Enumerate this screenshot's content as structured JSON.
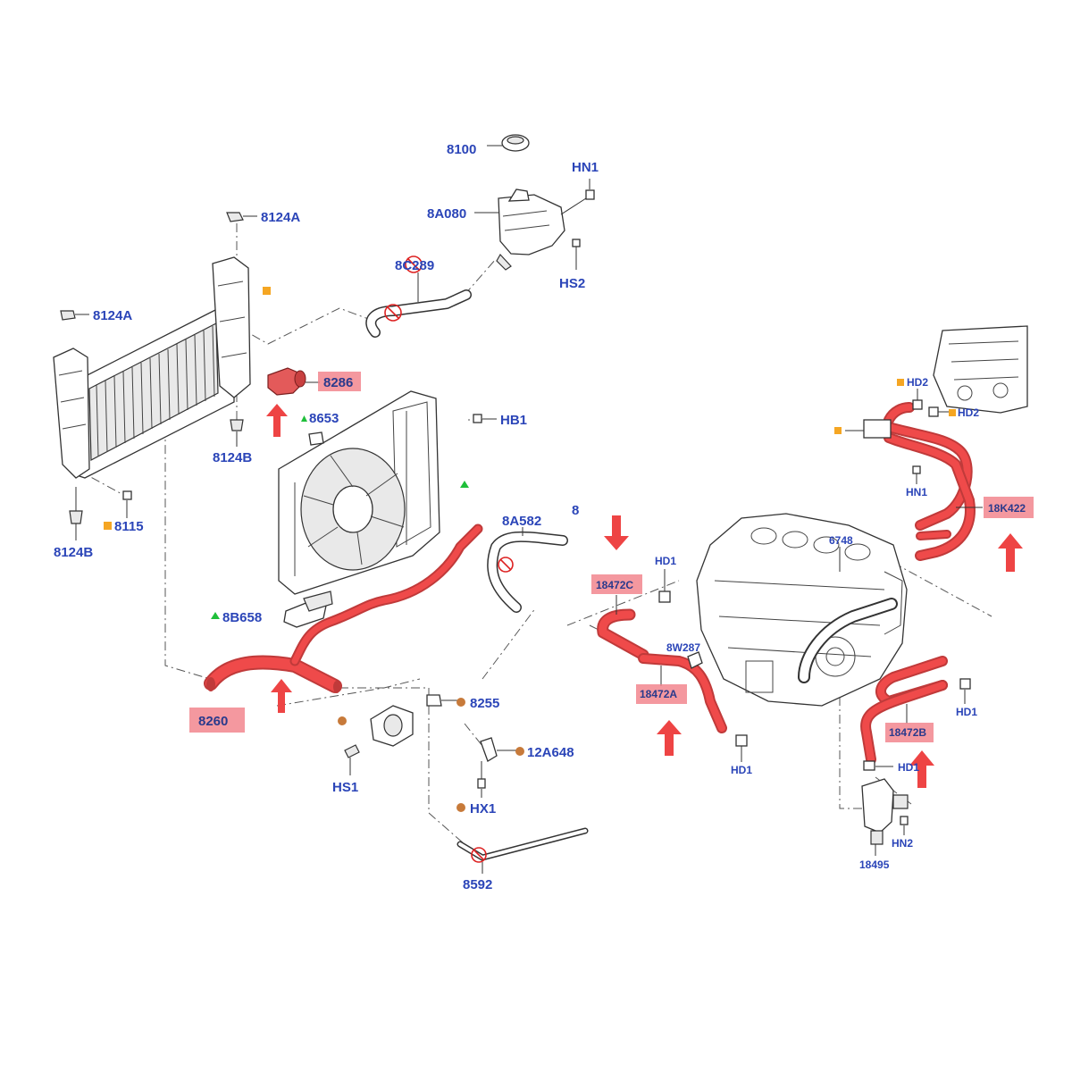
{
  "labels": {
    "p8100": "8100",
    "hn1_top": "HN1",
    "p8a080": "8A080",
    "p8c289": "8C289",
    "hs2": "HS2",
    "p8124a_top": "8124A",
    "p8124a_left": "8124A",
    "p8286": "8286",
    "p8653": "8653",
    "hb1": "HB1",
    "p8124b_mid": "8124B",
    "p8115": "8115",
    "p8124b_bottom": "8124B",
    "p8a582": "8A582",
    "p8_cut": "8",
    "p8b658": "8B658",
    "p8260": "8260",
    "p8255": "8255",
    "p12a648": "12A648",
    "hs1": "HS1",
    "hx1": "HX1",
    "p8592": "8592",
    "hd2_a": "HD2",
    "hd2_b": "HD2",
    "hn1_right": "HN1",
    "p18k422": "18K422",
    "hd1_top": "HD1",
    "p18472c": "18472C",
    "p6748": "6748",
    "p8w287": "8W287",
    "p18472a": "18472A",
    "hd1_bottom": "HD1",
    "hd1_right": "HD1",
    "p18472b": "18472B",
    "hd1_mid": "HD1",
    "hn2": "HN2",
    "p18495": "18495"
  },
  "colors": {
    "label_blue": "#2b45b8",
    "highlight_red": "#f2868e",
    "hose_red": "#ef4a4a",
    "arrow_red": "#ee4444",
    "marker_orange": "#f5a623",
    "marker_green": "#1fbf3a",
    "bolt_brown": "#c77a3a"
  },
  "icons": {
    "no_reuse": "circle-slash-icon",
    "square_marker": "orange-square-icon",
    "triangle_marker": "green-triangle-icon",
    "dot_marker": "brown-dot-icon",
    "indicator": "red-arrow-icon"
  }
}
